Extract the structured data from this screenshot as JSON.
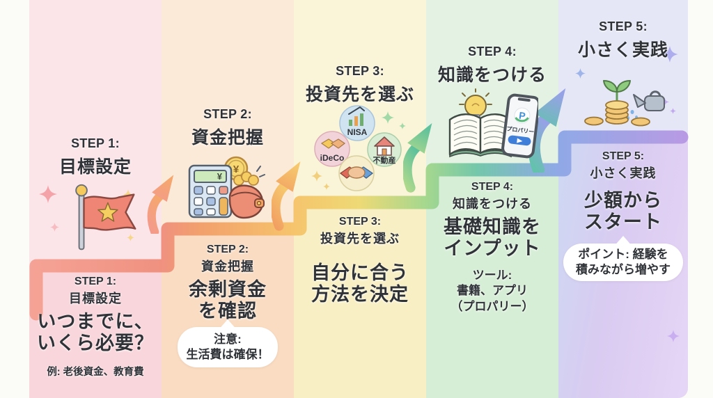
{
  "steps": [
    {
      "label": "STEP 1:",
      "title": "目標設定",
      "icon": "goal-flag-icon",
      "bottom": {
        "label": "STEP 1:",
        "subtitle": "目標設定",
        "emphasis": [
          "いつまでに、",
          "いくら必要？"
        ],
        "note": "例: 老後資金、教育費"
      }
    },
    {
      "label": "STEP 2:",
      "title": "資金把握",
      "icon": "calculator-wallet-icon",
      "currency": "¥",
      "bottom": {
        "label": "STEP 2:",
        "subtitle": "資金把握",
        "emphasis": [
          "余剰資金",
          "を確認"
        ]
      },
      "bubble": [
        "注意:",
        "生活費は確保！"
      ]
    },
    {
      "label": "STEP 3:",
      "title": "投資先を選ぶ",
      "icon": "investment-options-icon",
      "options": [
        "NISA",
        "iDeCo",
        "不動産"
      ],
      "bottom": {
        "label": "STEP 3:",
        "subtitle": "投資先を選ぶ",
        "emphasis": [
          "自分に合う",
          "方法を決定"
        ]
      }
    },
    {
      "label": "STEP 4:",
      "title": "知識をつける",
      "icon": "book-phone-icon",
      "phone_label": "プロパリー",
      "phone_logo": "P",
      "bottom": {
        "label": "STEP 4:",
        "subtitle": "知識をつける",
        "emphasis": [
          "基礎知識を",
          "インプット"
        ],
        "tools": [
          "ツール:",
          "書籍、アプリ",
          "（プロパリー）"
        ]
      }
    },
    {
      "label": "STEP 5:",
      "title": "小さく実践",
      "icon": "plant-coins-icon",
      "bottom": {
        "label": "STEP 5:",
        "subtitle": "小さく実践",
        "emphasis": [
          "少額から",
          "スタート"
        ]
      },
      "bubble": [
        "ポイント: 経験を",
        "積みながら増やす"
      ]
    }
  ],
  "palette": {
    "page_bg": "#fbfbf7",
    "text": "#2f3237",
    "bubble_bg": "#ffffff",
    "columns": [
      {
        "top": "#fbe5e9",
        "bottom": "#f8d6db"
      },
      {
        "top": "#fcead9",
        "bottom": "#f9dcc2"
      },
      {
        "top": "#faf4d8",
        "bottom": "#f8efc4"
      },
      {
        "top": "#e3f2e3",
        "bottom": "#d7eed6"
      },
      {
        "top": "#e5e7f6",
        "bottom": "#d9cbf1"
      }
    ],
    "stair_gradient": [
      "#f5a396",
      "#f09180",
      "#f2a06c",
      "#f6c46c",
      "#eed976",
      "#a6d88e",
      "#74c7ab",
      "#8fa9e6",
      "#b99ae4"
    ],
    "arrows": [
      "#f49a8c",
      "#f2a062",
      "#5fc19b",
      "#8ea6e6"
    ]
  }
}
